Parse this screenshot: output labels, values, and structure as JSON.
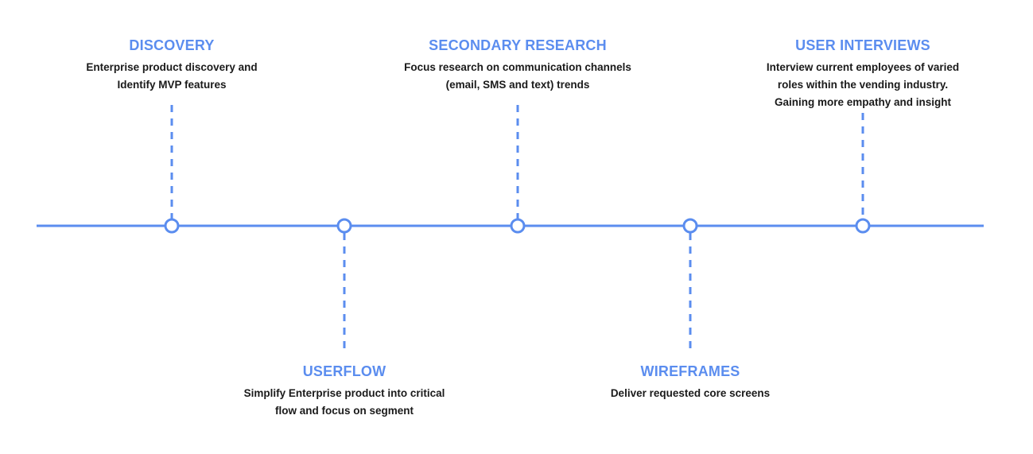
{
  "colors": {
    "accent": "#5B8DEF",
    "text": "#1a1a1a",
    "node_fill": "#ffffff"
  },
  "milestones": [
    {
      "id": "discovery",
      "title": "DISCOVERY",
      "description": [
        "Enterprise product discovery and",
        "Identify MVP features"
      ],
      "side": "top"
    },
    {
      "id": "userflow",
      "title": "USERFLOW",
      "description": [
        "Simplify Enterprise product into critical",
        "flow and focus on segment"
      ],
      "side": "bottom"
    },
    {
      "id": "research",
      "title": "SECONDARY RESEARCH",
      "description": [
        "Focus research on communication channels",
        "(email, SMS and text)  trends"
      ],
      "side": "top"
    },
    {
      "id": "wireframes",
      "title": "WIREFRAMES",
      "description": [
        "Deliver requested core screens"
      ],
      "side": "bottom"
    },
    {
      "id": "interviews",
      "title": "USER INTERVIEWS",
      "description": [
        "Interview current employees of varied",
        "roles within the vending industry.",
        "Gaining more empathy and insight"
      ],
      "side": "top"
    }
  ]
}
